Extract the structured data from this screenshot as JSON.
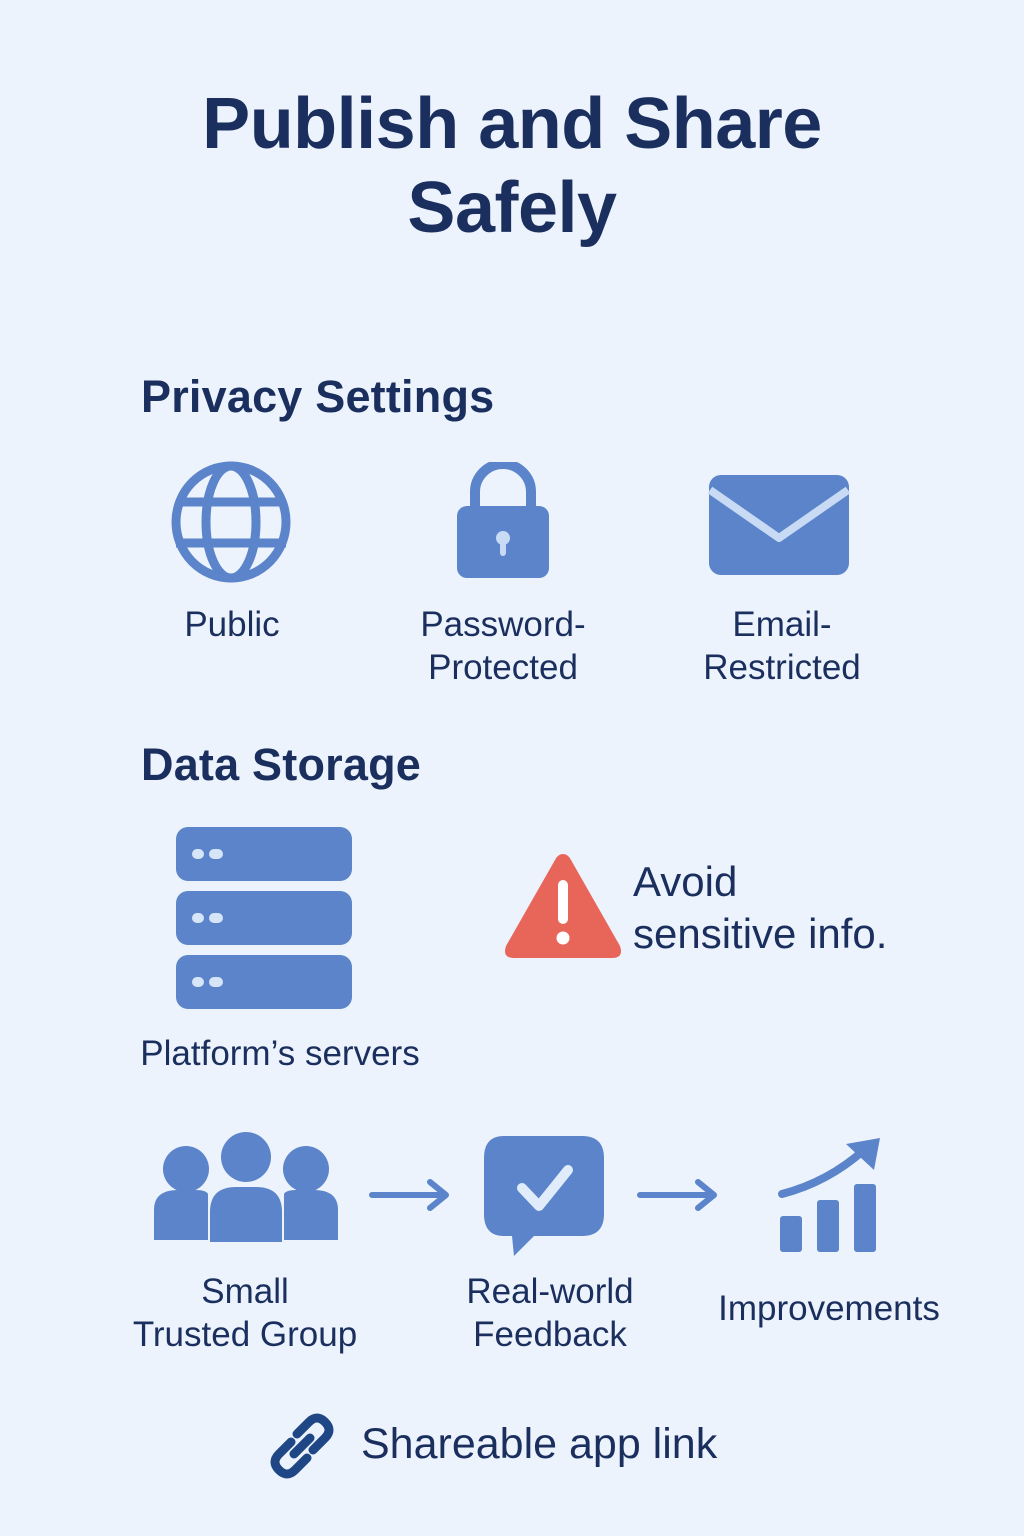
{
  "title": {
    "line1": "Publish and Share",
    "line2": "Safely"
  },
  "colors": {
    "background": "#ECF3FC",
    "text": "#1B2F5E",
    "icon_blue": "#5B84CB",
    "icon_light": "#C8DAF4",
    "warning_red": "#E8655A",
    "link_dark": "#1F4785"
  },
  "privacy_settings": {
    "heading": "Privacy Settings",
    "options": [
      {
        "icon": "globe-icon",
        "label_line1": "Public",
        "label_line2": ""
      },
      {
        "icon": "lock-icon",
        "label_line1": "Password-",
        "label_line2": "Protected"
      },
      {
        "icon": "envelope-icon",
        "label_line1": "Email-",
        "label_line2": "Restricted"
      }
    ]
  },
  "data_storage": {
    "heading": "Data Storage",
    "server_icon": "server-stack-icon",
    "server_label": "Platform’s servers",
    "warning_icon": "warning-triangle-icon",
    "warning_line1": "Avoid",
    "warning_line2": "sensitive info."
  },
  "feedback_flow": {
    "steps": [
      {
        "icon": "group-icon",
        "label_line1": "Small",
        "label_line2": "Trusted Group"
      },
      {
        "icon": "chat-check-icon",
        "label_line1": "Real-world",
        "label_line2": "Feedback"
      },
      {
        "icon": "growth-chart-icon",
        "label_line1": "Improvements",
        "label_line2": ""
      }
    ],
    "arrow_icon": "arrow-right-icon"
  },
  "share_link": {
    "icon": "link-icon",
    "label": "Shareable app link"
  }
}
